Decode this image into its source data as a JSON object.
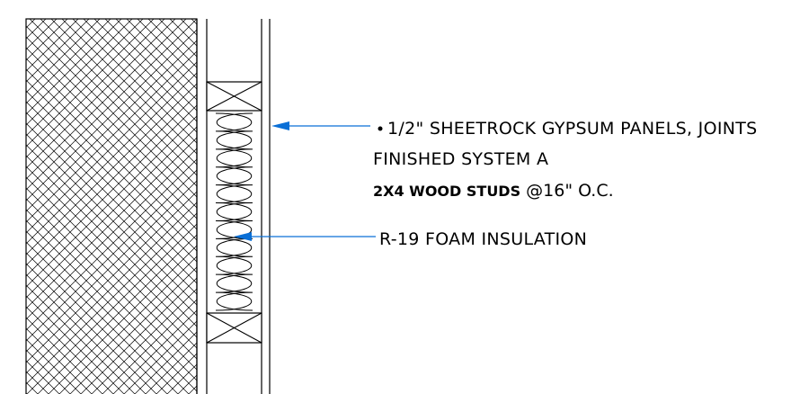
{
  "notes": {
    "sheetrock_line1": "1/2\" SHEETROCK GYPSUM PANELS, JOINTS",
    "sheetrock_line2": "FINISHED SYSTEM A",
    "studs_bold": "2X4 WOOD STUDS",
    "studs_spacing": " @16\" O.C.",
    "insulation": "R-19 FOAM INSULATION"
  },
  "colors": {
    "line": "#000000",
    "leader": "#0a6fd6",
    "background": "#ffffff"
  },
  "icons": {
    "bullet": "dot-icon",
    "arrow": "arrowhead-icon"
  }
}
